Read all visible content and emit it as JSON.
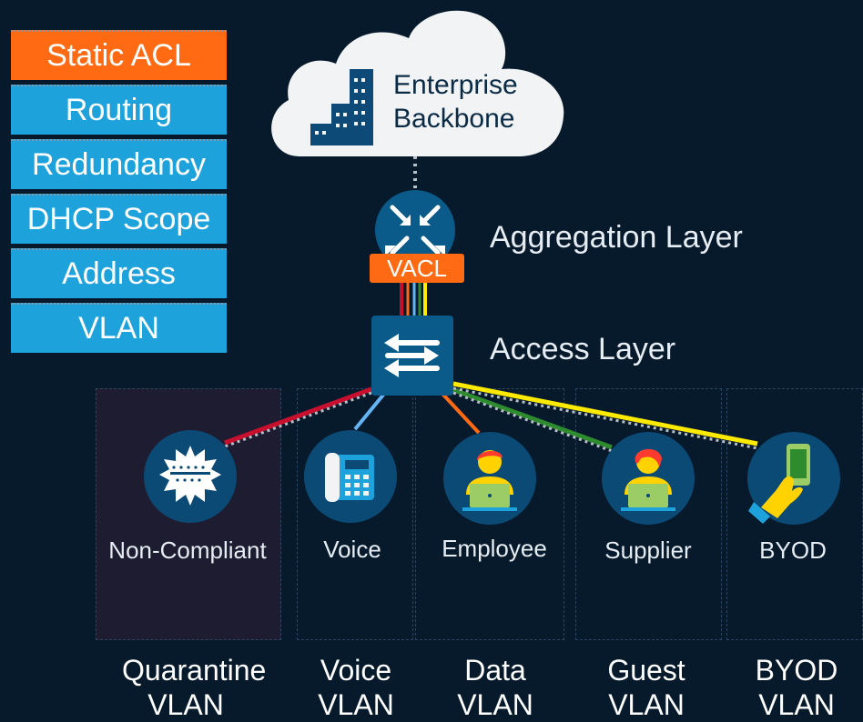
{
  "stack": [
    {
      "label": "Static ACL",
      "color": "#ff6a13"
    },
    {
      "label": "Routing",
      "color": "#1da2dc"
    },
    {
      "label": "Redundancy",
      "color": "#1da2dc"
    },
    {
      "label": "DHCP Scope",
      "color": "#1da2dc"
    },
    {
      "label": "Address",
      "color": "#1da2dc"
    },
    {
      "label": "VLAN",
      "color": "#1da2dc"
    }
  ],
  "cloud": {
    "line1": "Enterprise",
    "line2": "Backbone"
  },
  "layers": {
    "aggregation": "Aggregation Layer",
    "access": "Access Layer",
    "vacl": "VACL"
  },
  "endpoints": [
    {
      "label": "Non-Compliant",
      "icon": "virus-icon",
      "link_color": "#c8102e"
    },
    {
      "label": "Voice",
      "icon": "ip-phone-icon",
      "link_color": "#64b5f6"
    },
    {
      "label": "Employee",
      "icon": "employee-icon",
      "link_color": "#ff6a13"
    },
    {
      "label": "Supplier",
      "icon": "supplier-icon",
      "link_color": "#2e8b2e"
    },
    {
      "label": "BYOD",
      "icon": "mobile-hand-icon",
      "link_color": "#ffea00"
    }
  ],
  "vlans": [
    {
      "line1": "Quarantine",
      "line2": "VLAN"
    },
    {
      "line1": "Voice",
      "line2": "VLAN"
    },
    {
      "line1": "Data",
      "line2": "VLAN"
    },
    {
      "line1": "Guest",
      "line2": "VLAN"
    },
    {
      "line1": "BYOD",
      "line2": "VLAN"
    }
  ]
}
